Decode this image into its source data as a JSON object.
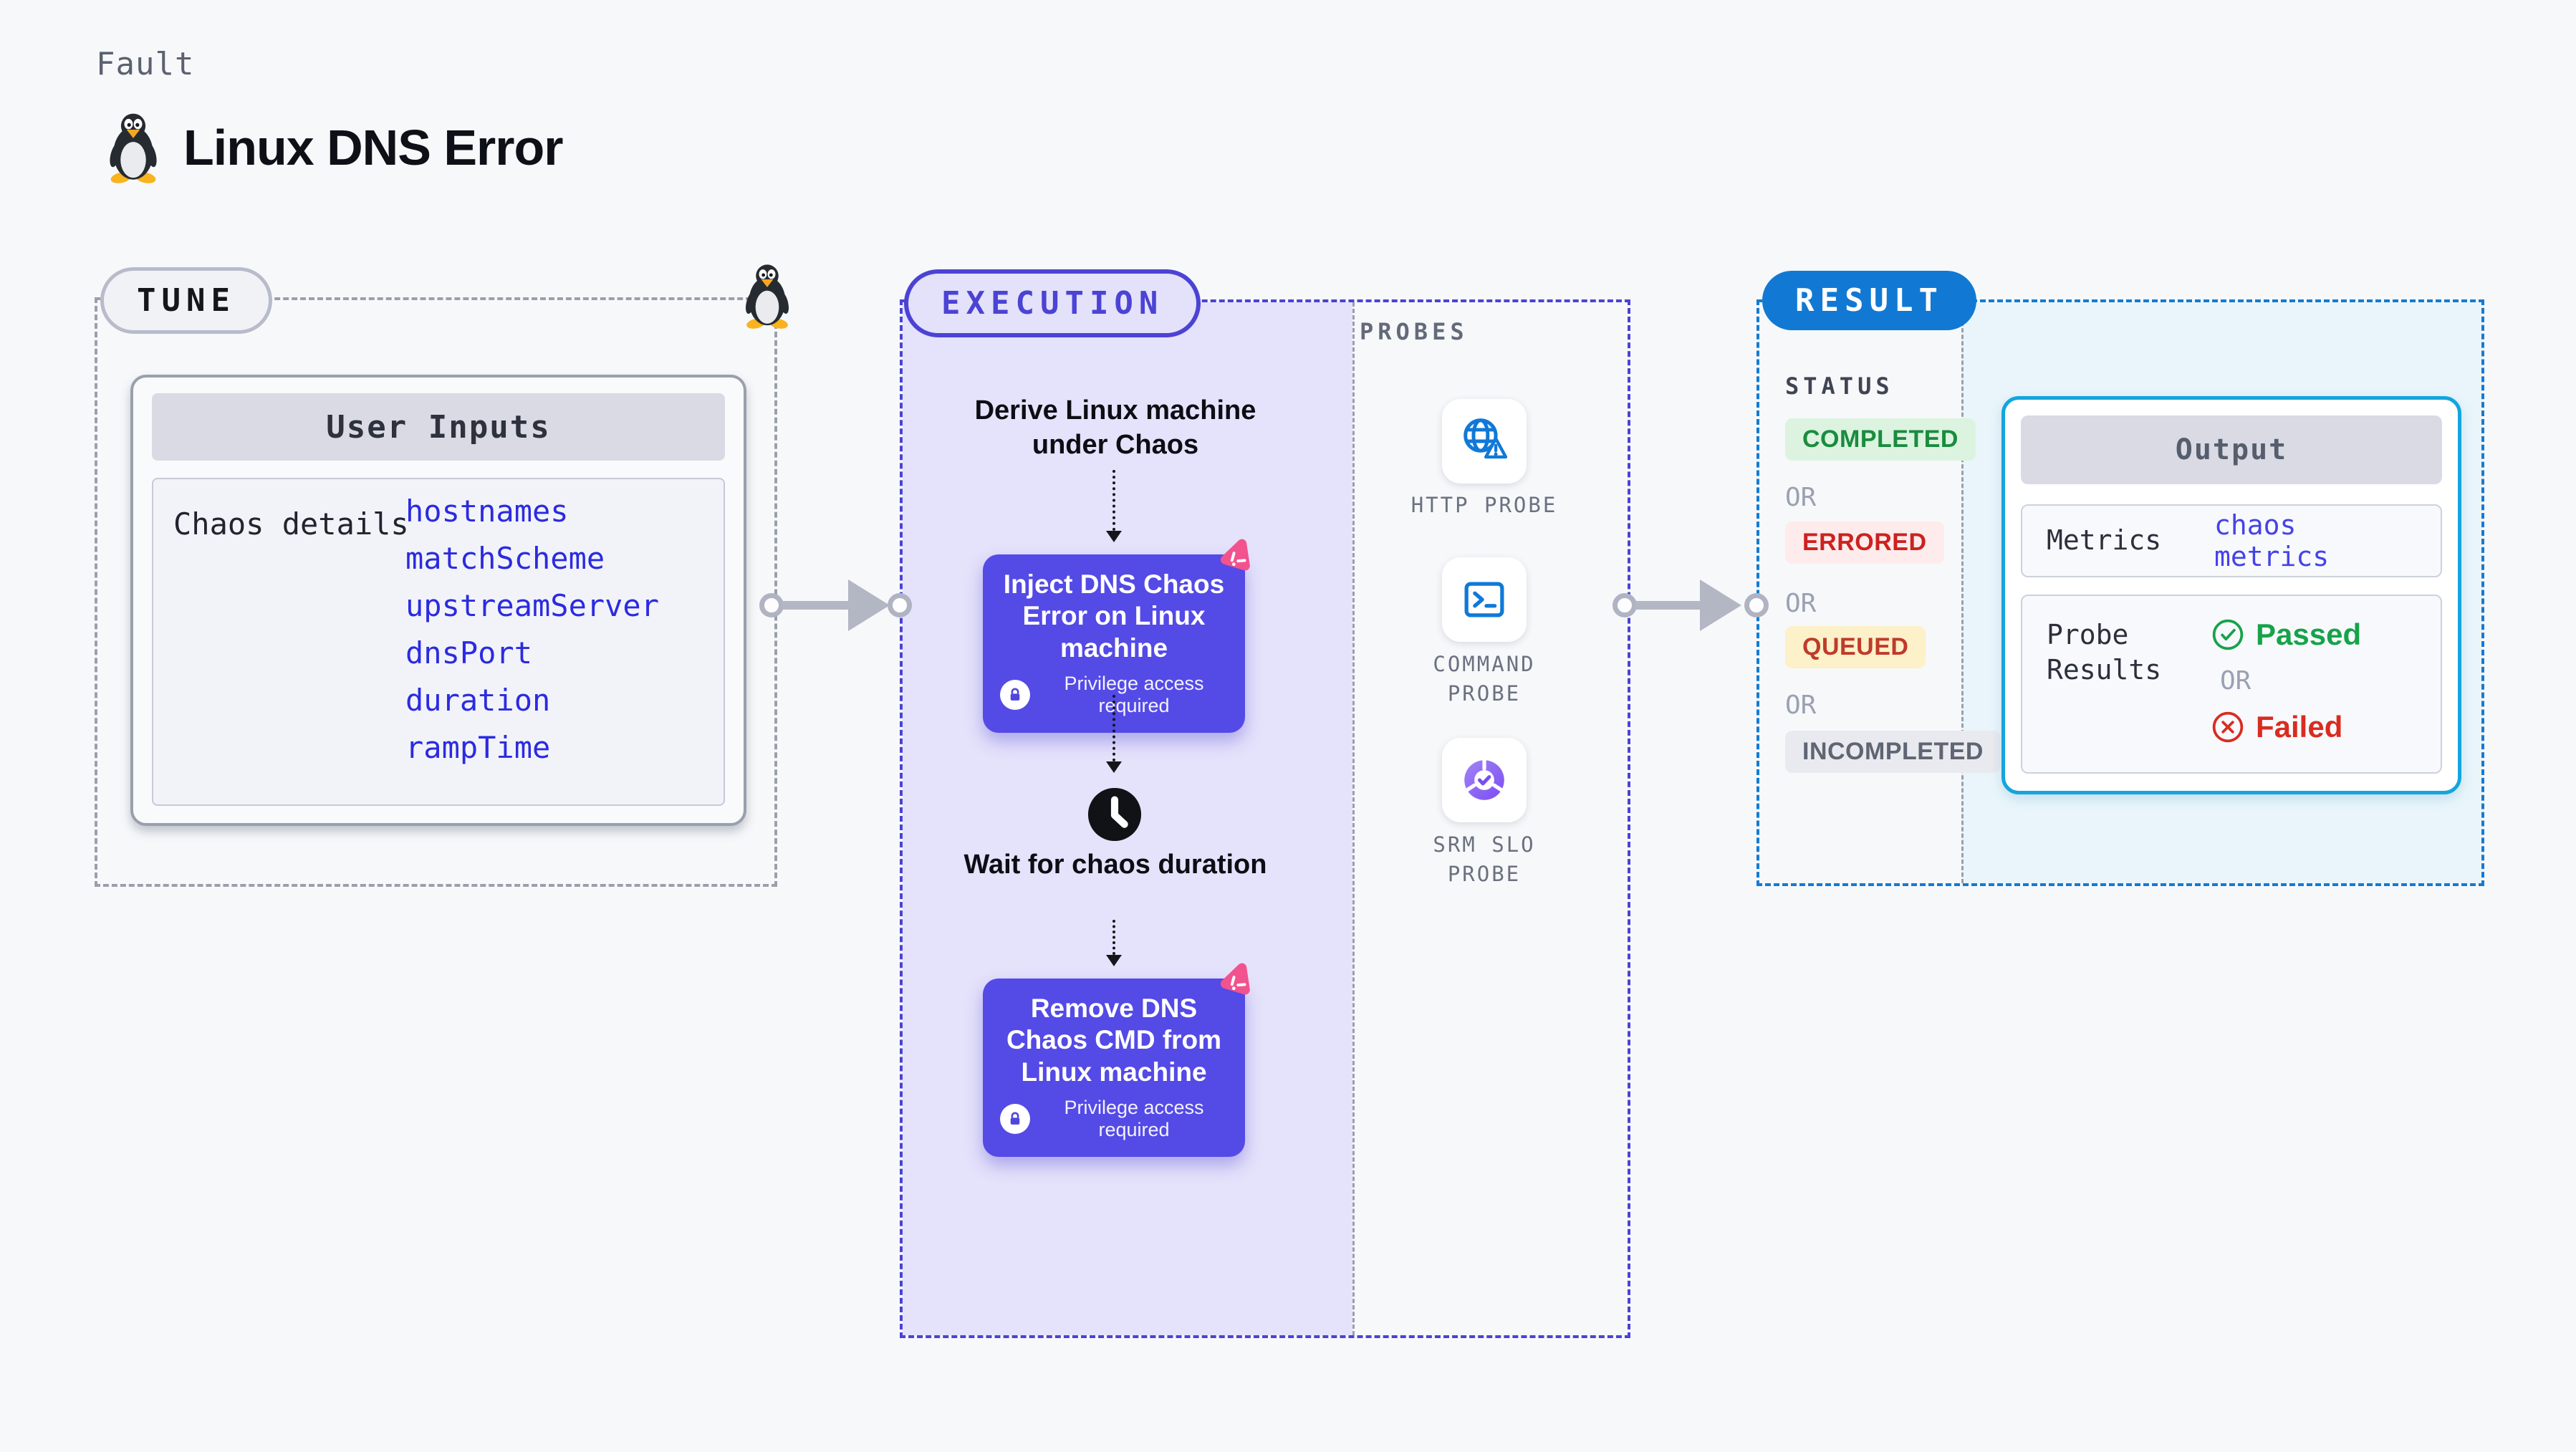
{
  "page": {
    "kind_label": "Fault",
    "title": "Linux DNS Error"
  },
  "tune": {
    "label": "TUNE",
    "card_title": "User Inputs",
    "row_label": "Chaos details",
    "params": [
      "hostnames",
      "matchScheme",
      "upstreamServer",
      "dnsPort",
      "duration",
      "rampTime"
    ]
  },
  "execution": {
    "label": "EXECUTION",
    "derive_text": "Derive Linux machine under Chaos",
    "inject_node_title": "Inject DNS Chaos Error on Linux machine",
    "privilege_note": "Privilege access required",
    "wait_text": "Wait for chaos duration",
    "remove_node_title": "Remove DNS Chaos CMD from Linux machine"
  },
  "probes": {
    "label": "PROBES",
    "items": [
      {
        "name": "HTTP PROBE",
        "icon": "globe-alert-icon"
      },
      {
        "name": "COMMAND PROBE",
        "icon": "terminal-icon"
      },
      {
        "name": "SRM SLO PROBE",
        "icon": "slo-donut-check-icon"
      }
    ]
  },
  "result": {
    "label": "RESULT",
    "status_heading": "STATUS",
    "or_label": "OR",
    "statuses": [
      {
        "label": "COMPLETED"
      },
      {
        "label": "ERRORED"
      },
      {
        "label": "QUEUED"
      },
      {
        "label": "INCOMPLETED"
      }
    ],
    "output": {
      "title": "Output",
      "metrics_label": "Metrics",
      "metrics_value": "chaos metrics",
      "probe_results_label": "Probe Results",
      "passed_label": "Passed",
      "failed_label": "Failed",
      "or_label": "OR"
    }
  },
  "colors": {
    "page_bg": "#f7f8fa",
    "tune_dash": "#9aa0ab",
    "execution_indigo": "#4b43d4",
    "execution_fill": "#e5e2fb",
    "node_indigo": "#544ae6",
    "node_corner_pink": "#f2528e",
    "result_blue": "#1179d3",
    "result_fill": "#e9f5fb",
    "output_border_cyan": "#14a5dd",
    "link_blue": "#2b2be0",
    "probe_icon_blue": "#1079d8",
    "srm_purple": "#7b4df0",
    "passed_green": "#16a34a",
    "failed_red": "#d92c20",
    "completed_green": "#1a8c3e",
    "errored_red": "#cc2220",
    "queued_red": "#c03a2b",
    "queued_bg": "#fcf1c8"
  }
}
